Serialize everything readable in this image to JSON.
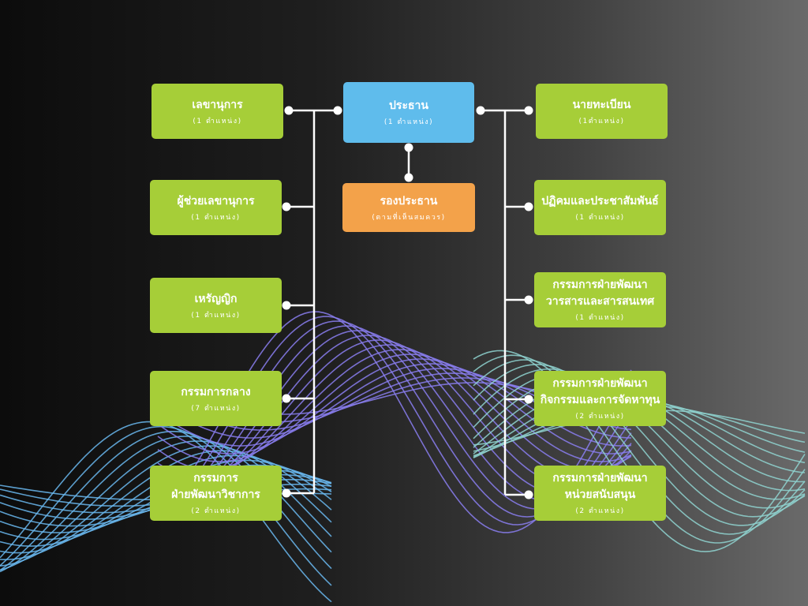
{
  "chart_data": {
    "type": "org-chart",
    "nodes": [
      {
        "id": "chair",
        "title": "ประธาน",
        "sub": "(1 ตำแหน่ง)",
        "color": "#5fbcec"
      },
      {
        "id": "vice",
        "title": "รองประธาน",
        "sub": "(ตามที่เห็นสมควร)",
        "color": "#f3a24a"
      },
      {
        "id": "secretary",
        "title": "เลขานุการ",
        "sub": "(1 ตำแหน่ง)",
        "color": "#a6ce38"
      },
      {
        "id": "asst-secretary",
        "title": "ผู้ช่วยเลขานุการ",
        "sub": "(1 ตำแหน่ง)",
        "color": "#a6ce38"
      },
      {
        "id": "treasurer",
        "title": "เหรัญญิก",
        "sub": "(1 ตำแหน่ง)",
        "color": "#a6ce38"
      },
      {
        "id": "central",
        "title": "กรรมการกลาง",
        "sub": "(7 ตำแหน่ง)",
        "color": "#a6ce38"
      },
      {
        "id": "academic",
        "title": "กรรมการ\nฝ่ายพัฒนาวิชาการ",
        "sub": "(2 ตำแหน่ง)",
        "color": "#a6ce38"
      },
      {
        "id": "registrar",
        "title": "นายทะเบียน",
        "sub": "(1ตำแหน่ง)",
        "color": "#a6ce38"
      },
      {
        "id": "pr",
        "title": "ปฏิคมและประชาสัมพันธ์",
        "sub": "(1 ตำแหน่ง)",
        "color": "#a6ce38"
      },
      {
        "id": "journal",
        "title": "กรรมการฝ่ายพัฒนา\nวารสารและสารสนเทศ",
        "sub": "(1 ตำแหน่ง)",
        "color": "#a6ce38"
      },
      {
        "id": "fundraising",
        "title": "กรรมการฝ่ายพัฒนา\nกิจกรรมและการจัดหาทุน",
        "sub": "(2 ตำแหน่ง)",
        "color": "#a6ce38"
      },
      {
        "id": "support",
        "title": "กรรมการฝ่ายพัฒนา\nหน่วยสนับสนุน",
        "sub": "(2 ตำแหน่ง)",
        "color": "#a6ce38"
      }
    ],
    "edges": [
      [
        "chair",
        "vice"
      ],
      [
        "chair",
        "secretary"
      ],
      [
        "chair",
        "asst-secretary"
      ],
      [
        "chair",
        "treasurer"
      ],
      [
        "chair",
        "central"
      ],
      [
        "chair",
        "academic"
      ],
      [
        "chair",
        "registrar"
      ],
      [
        "chair",
        "pr"
      ],
      [
        "chair",
        "journal"
      ],
      [
        "chair",
        "fundraising"
      ],
      [
        "chair",
        "support"
      ]
    ]
  },
  "colors": {
    "connector": "#ffffff",
    "wave_left": "#6ab8f0",
    "wave_mid": "#8a7ef0",
    "wave_right": "#8fd3d0"
  }
}
